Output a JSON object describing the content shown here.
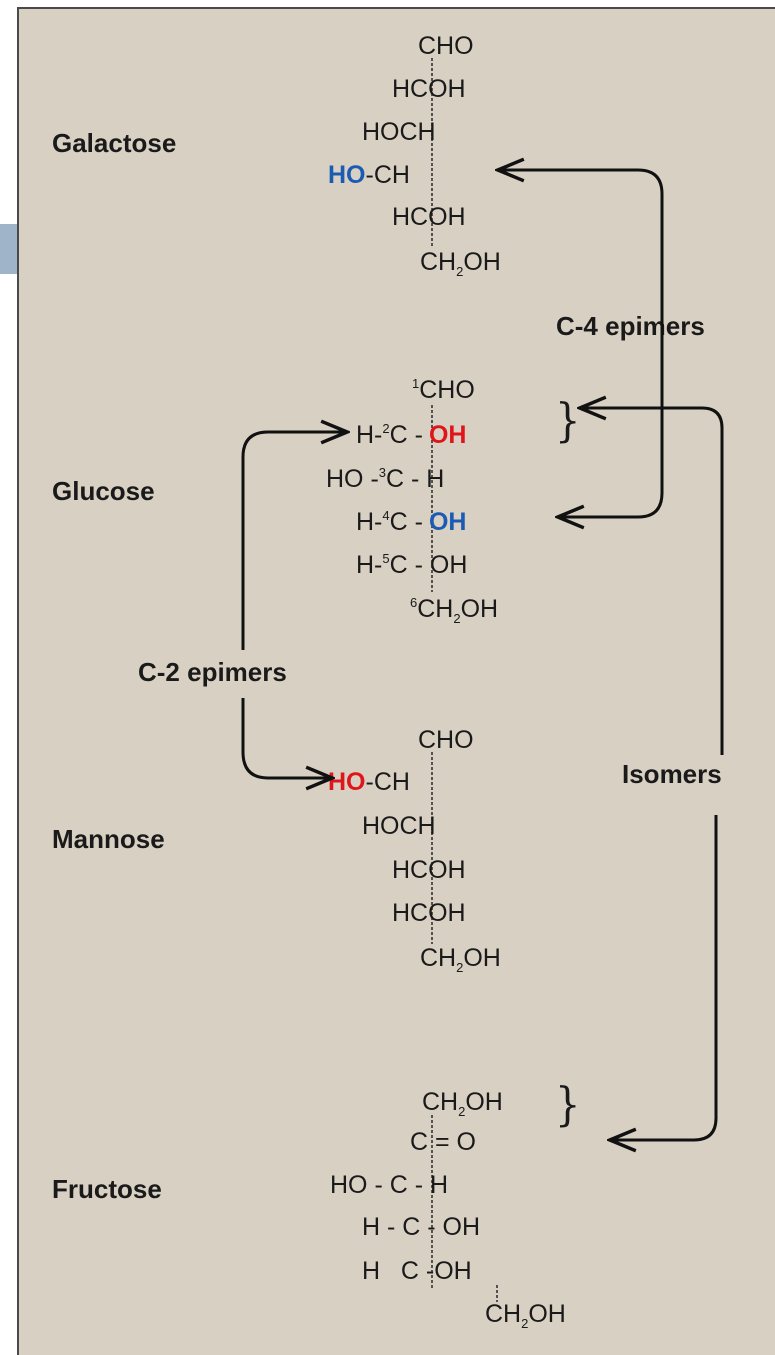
{
  "sugars": {
    "galactose": "Galactose",
    "glucose": "Glucose",
    "mannose": "Mannose",
    "fructose": "Fructose"
  },
  "labels": {
    "c4": "C-4 epimers",
    "c2": "C-2 epimers",
    "isomers": "Isomers"
  },
  "galactose": {
    "r1": "CHO",
    "r2": "HCOH",
    "r3": "HOCH",
    "r4_ho": "HO",
    "r4_rest": "-CH",
    "r5": "HCOH",
    "r6_a": "CH",
    "r6_sub": "2",
    "r6_b": "OH"
  },
  "glucose": {
    "n1": "1",
    "r1": "CHO",
    "r2_left": "H-",
    "n2": "2",
    "r2_c": "C -",
    "r2_oh": "OH",
    "r3_left": "HO -",
    "n3": "3",
    "r3_rest": "C - H",
    "r4_left": "H-",
    "n4": "4",
    "r4_c": "C -",
    "r4_oh": "OH",
    "r5_left": "H-",
    "n5": "5",
    "r5_rest": "C - OH",
    "n6": "6",
    "r6_a": "CH",
    "r6_sub": "2",
    "r6_b": "OH"
  },
  "mannose": {
    "r1": "CHO",
    "r2_ho": "HO",
    "r2_rest": "-CH",
    "r3": "HOCH",
    "r4": "HCOH",
    "r5": "HCOH",
    "r6_a": "CH",
    "r6_sub": "2",
    "r6_b": "OH"
  },
  "fructose": {
    "r1_a": "CH",
    "r1_sub": "2",
    "r1_b": "OH",
    "r2": "C = O",
    "r3": "HO - C - H",
    "r4": "H - C - OH",
    "r5": "H   C -OH",
    "r6_a": "CH",
    "r6_sub": "2",
    "r6_b": "OH"
  },
  "colors": {
    "background": "#d8d0c3",
    "blue": "#1c5bb3",
    "red": "#e0151c",
    "side_bars": "#9fb4c8"
  }
}
